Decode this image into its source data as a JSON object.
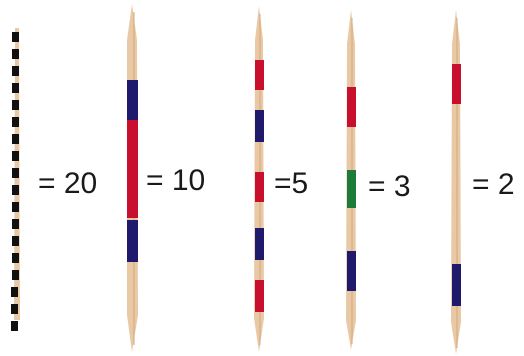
{
  "sticks": [
    {
      "label": "= 20",
      "band_colors": [
        "black"
      ],
      "band_pattern": "dashed"
    },
    {
      "label": "= 10",
      "band_colors": [
        "blue",
        "red",
        "red",
        "blue"
      ]
    },
    {
      "label": "=5",
      "band_colors": [
        "red",
        "blue",
        "red",
        "blue",
        "red"
      ]
    },
    {
      "label": "= 3",
      "band_colors": [
        "red",
        "green",
        "blue"
      ]
    },
    {
      "label": "= 2",
      "band_colors": [
        "red",
        "blue"
      ]
    }
  ],
  "colors": {
    "wood": "#e9c9a5",
    "wood_shade": "#d2a97c",
    "red": "#c8102e",
    "blue": "#1f1a6b",
    "green": "#1e7a3a",
    "black": "#111111"
  }
}
